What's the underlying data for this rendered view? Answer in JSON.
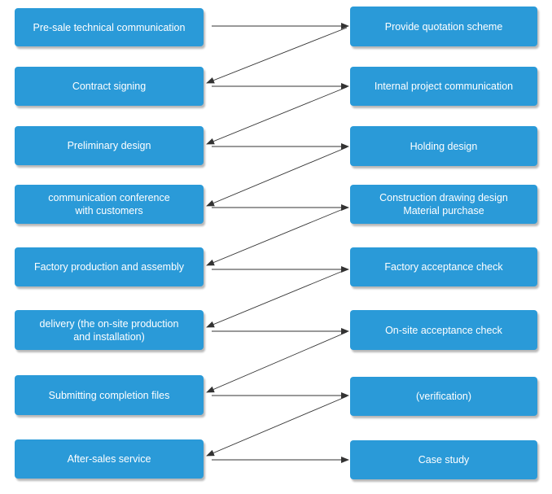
{
  "left_steps": [
    "Pre-sale technical communication",
    "Contract signing",
    "Preliminary design",
    "communication conference\nwith customers",
    "Factory production and assembly",
    "delivery (the on-site production\nand installation)",
    "Submitting completion files",
    "After-sales service"
  ],
  "right_steps": [
    "Provide quotation scheme",
    "Internal project communication",
    "Holding design",
    "Construction drawing design\nMaterial purchase",
    "Factory acceptance check",
    "On-site acceptance check",
    "(verification)",
    "Case study"
  ],
  "colors": {
    "box_fill": "#2a9ad8",
    "box_text": "#ffffff",
    "arrow": "#333333"
  }
}
